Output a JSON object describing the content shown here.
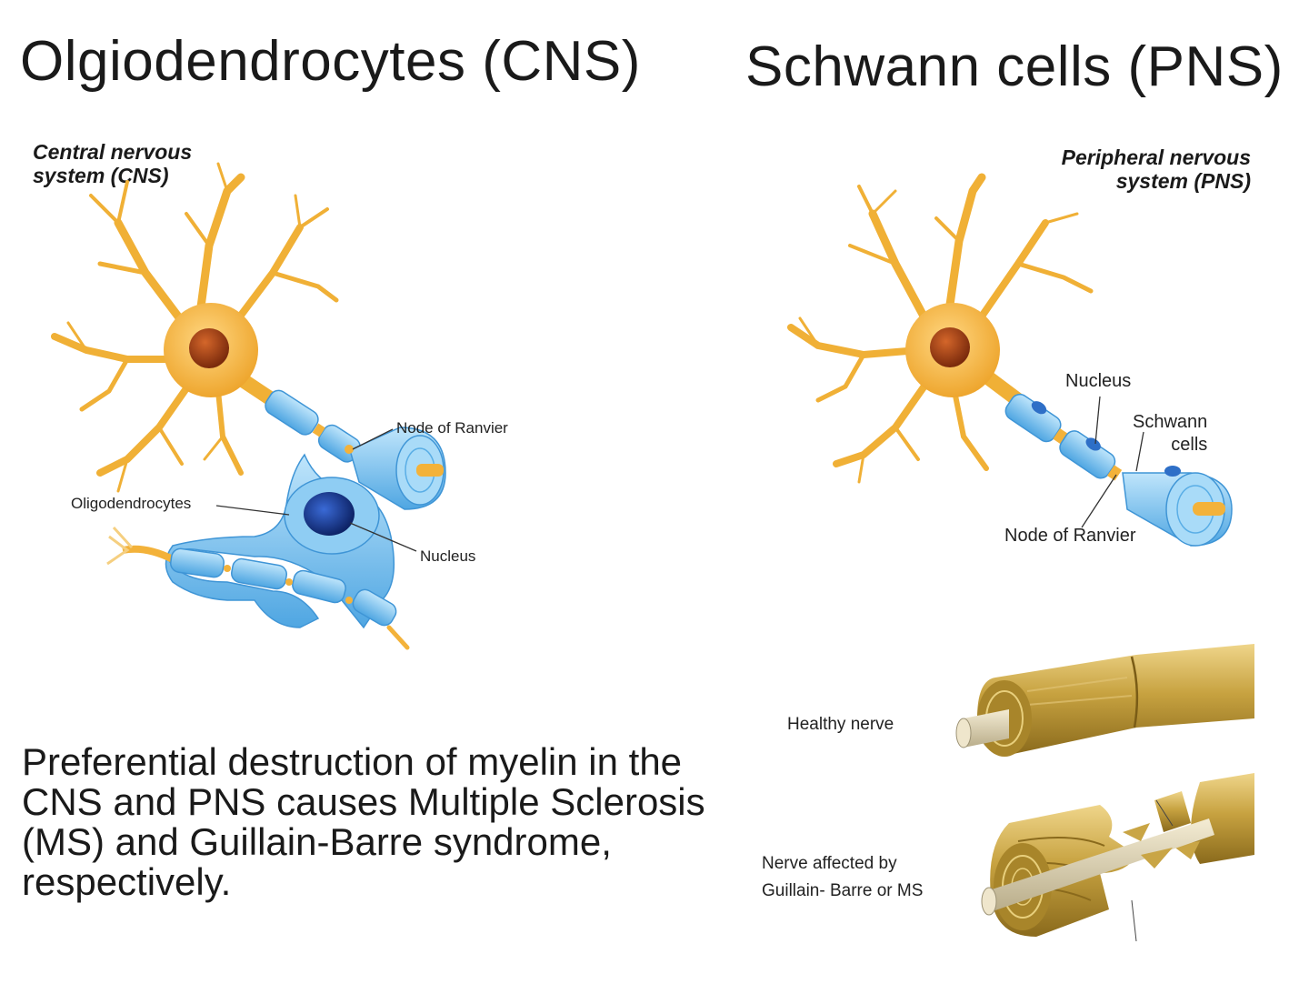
{
  "left": {
    "title": "Olgiodendrocytes (CNS)",
    "caption": [
      "Central nervous",
      "system (CNS)"
    ],
    "labels": {
      "node": "Node of Ranvier",
      "oligo": "Oligodendrocytes",
      "nucleus": "Nucleus"
    }
  },
  "right": {
    "title": "Schwann cells (PNS)",
    "caption": [
      "Peripheral nervous",
      "system (PNS)"
    ],
    "labels": {
      "nucleus": "Nucleus",
      "schwann": [
        "Schwann",
        "cells"
      ],
      "node": "Node of Ranvier"
    }
  },
  "nerves": {
    "healthy": "Healthy nerve",
    "affected": [
      "Nerve affected by",
      "Guillain- Barre or MS"
    ]
  },
  "statement": "Preferential destruction of myelin in the CNS and PNS causes Multiple Sclerosis (MS) and Guillain-Barre syndrome, respectively.",
  "colors": {
    "neuron": "#f2b43a",
    "neuron_dark": "#d89420",
    "nucleus": "#9a3c12",
    "myelin": "#7ec4f0",
    "myelin_dark": "#3f95d6",
    "glia_nucleus": "#1b3f9a",
    "nerve_gold": "#c9a545",
    "axon": "#e6dcc0"
  }
}
